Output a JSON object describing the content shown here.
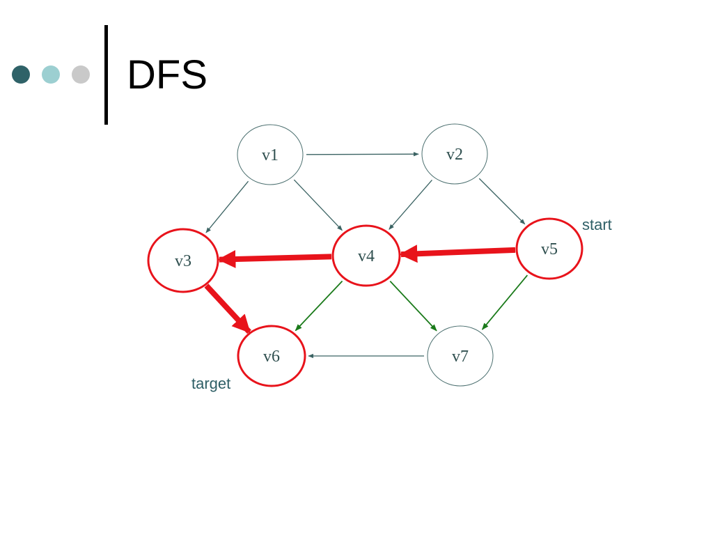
{
  "slide": {
    "title": "DFS",
    "bullet_dot_colors": [
      "#2f6268",
      "#9ccfd1",
      "#c9c9c9"
    ]
  },
  "graph": {
    "nodes": [
      {
        "id": "v1",
        "label": "v1",
        "highlighted": false
      },
      {
        "id": "v2",
        "label": "v2",
        "highlighted": false
      },
      {
        "id": "v3",
        "label": "v3",
        "highlighted": true
      },
      {
        "id": "v4",
        "label": "v4",
        "highlighted": true
      },
      {
        "id": "v5",
        "label": "v5",
        "highlighted": true
      },
      {
        "id": "v6",
        "label": "v6",
        "highlighted": true
      },
      {
        "id": "v7",
        "label": "v7",
        "highlighted": false
      }
    ],
    "edges": [
      {
        "from": "v1",
        "to": "v2",
        "kind": "normal"
      },
      {
        "from": "v1",
        "to": "v3",
        "kind": "normal"
      },
      {
        "from": "v1",
        "to": "v4",
        "kind": "normal"
      },
      {
        "from": "v2",
        "to": "v4",
        "kind": "normal"
      },
      {
        "from": "v2",
        "to": "v5",
        "kind": "normal"
      },
      {
        "from": "v7",
        "to": "v6",
        "kind": "normal"
      },
      {
        "from": "v5",
        "to": "v4",
        "kind": "path"
      },
      {
        "from": "v4",
        "to": "v3",
        "kind": "path"
      },
      {
        "from": "v3",
        "to": "v6",
        "kind": "path"
      },
      {
        "from": "v4",
        "to": "v6",
        "kind": "explored"
      },
      {
        "from": "v4",
        "to": "v7",
        "kind": "explored"
      },
      {
        "from": "v5",
        "to": "v7",
        "kind": "explored"
      }
    ],
    "annotations": {
      "start": "start",
      "target": "target"
    },
    "colors": {
      "node_outline": "#4a6e6e",
      "highlight": "#e8131b",
      "normal_edge": "#3b6363",
      "explored_edge": "#1a7a1a"
    }
  }
}
